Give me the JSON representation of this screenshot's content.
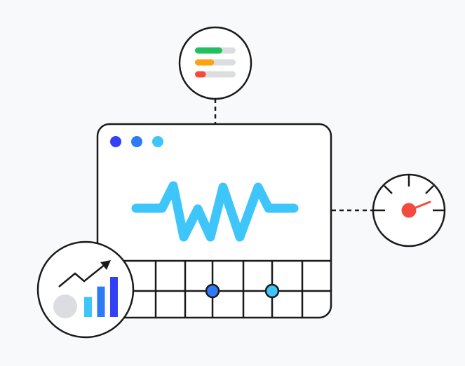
{
  "colors": {
    "background": "#f8f9fa",
    "stroke": "#1a1a1a",
    "dot_1": "#3340f5",
    "dot_2": "#2f7bf5",
    "dot_3": "#3ec6fb",
    "wave": "#3ec6fb",
    "bar_track": "#dcdde0",
    "gauge_needle": "#f44b3f",
    "placeholder_circle": "#dcdde0"
  },
  "status_bars": [
    {
      "color": "#1fc05e",
      "level": 0.67
    },
    {
      "color": "#fca311",
      "level": 0.47
    },
    {
      "color": "#f44b3f",
      "level": 0.27
    }
  ],
  "gauge": {
    "level": 0.78,
    "icon": "speedometer-icon"
  },
  "growth_chart": {
    "icon": "trend-up-arrow-icon",
    "bars": [
      {
        "color": "#3ec6fb",
        "value": 0.5
      },
      {
        "color": "#2f7bf5",
        "value": 0.76
      },
      {
        "color": "#3340f5",
        "value": 1.0
      }
    ]
  },
  "grid_markers": [
    {
      "color": "#2f7bf5"
    },
    {
      "color": "#3ec6fb"
    }
  ]
}
